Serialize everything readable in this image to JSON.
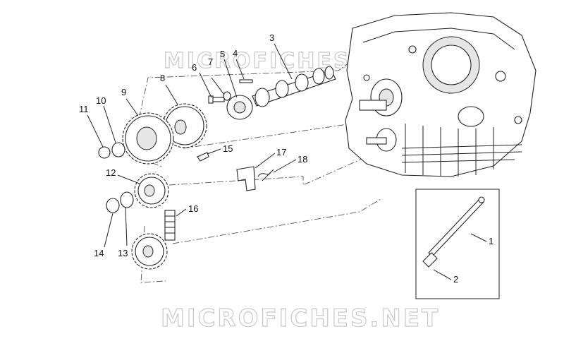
{
  "watermarks": {
    "top": "MICROFICHES.NET",
    "bottom": "MICROFICHES.NET"
  },
  "callouts": [
    {
      "id": "1",
      "label": "1"
    },
    {
      "id": "2",
      "label": "2"
    },
    {
      "id": "3",
      "label": "3"
    },
    {
      "id": "4",
      "label": "4"
    },
    {
      "id": "5",
      "label": "5"
    },
    {
      "id": "6",
      "label": "6"
    },
    {
      "id": "7",
      "label": "7"
    },
    {
      "id": "8",
      "label": "8"
    },
    {
      "id": "9",
      "label": "9"
    },
    {
      "id": "10",
      "label": "10"
    },
    {
      "id": "11",
      "label": "11"
    },
    {
      "id": "12",
      "label": "12"
    },
    {
      "id": "13",
      "label": "13"
    },
    {
      "id": "14",
      "label": "14"
    },
    {
      "id": "15",
      "label": "15"
    },
    {
      "id": "16",
      "label": "16"
    },
    {
      "id": "17",
      "label": "17"
    },
    {
      "id": "18",
      "label": "18"
    }
  ],
  "colors": {
    "line": "#222222",
    "watermark": "#c9c9c9",
    "background": "#ffffff"
  }
}
